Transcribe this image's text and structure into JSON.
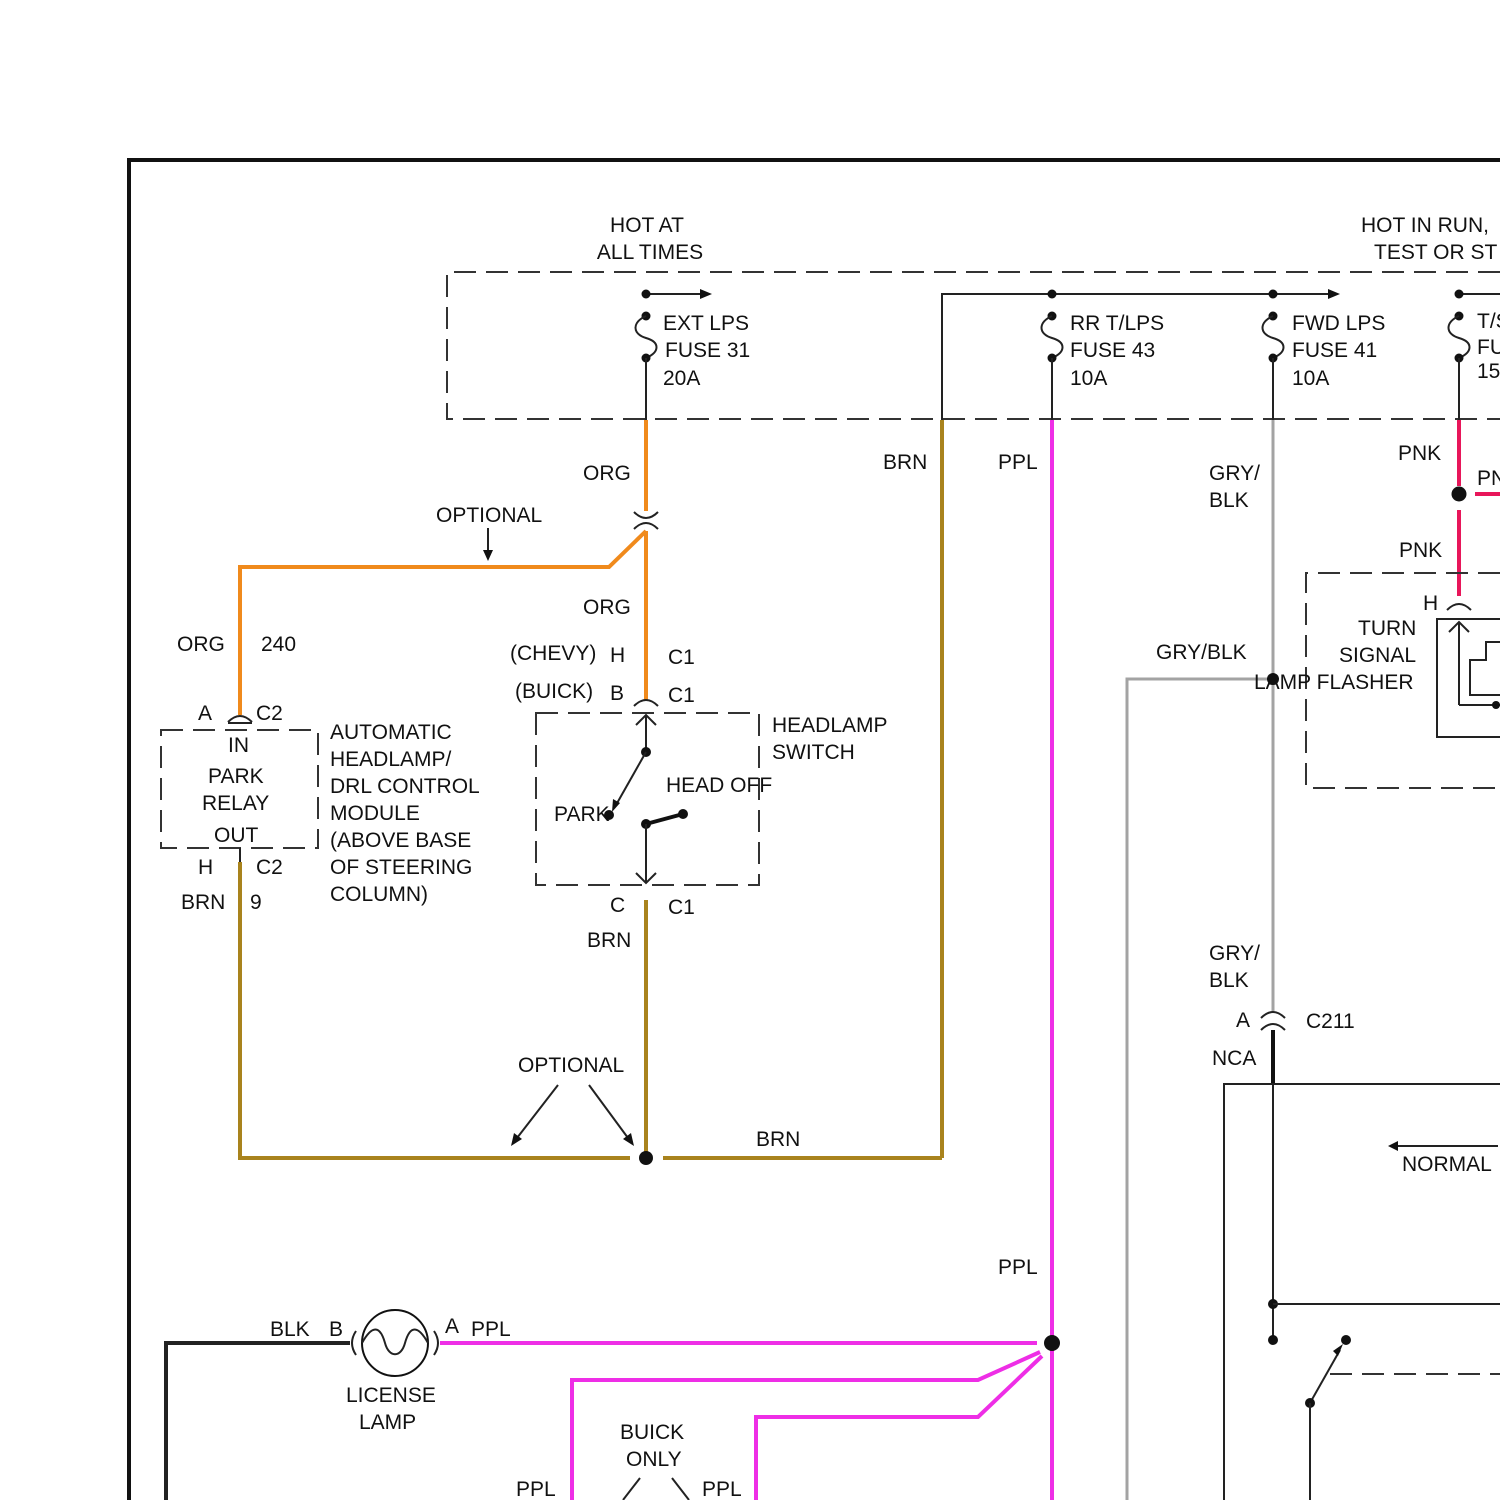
{
  "colors": {
    "org": "#f08a1c",
    "brn": "#a9831d",
    "ppl": "#ee2ee6",
    "pnk": "#e8165a",
    "gry": "#a3a3a3",
    "blk": "#222222"
  },
  "power": {
    "hot_at_all_times": [
      "HOT AT",
      "ALL TIMES"
    ],
    "hot_in_run": [
      "HOT IN RUN,",
      "TEST OR ST"
    ],
    "fuse_31": [
      "EXT LPS",
      "FUSE 31",
      "20A"
    ],
    "fuse_43": [
      "RR T/LPS",
      "FUSE 43",
      "10A"
    ],
    "fuse_41": [
      "FWD LPS",
      "FUSE 41",
      "10A"
    ],
    "fuse_ts": [
      "T/S",
      "FU",
      "15"
    ]
  },
  "wires": {
    "org_top": "ORG",
    "org_mid": "ORG",
    "org_left": "ORG",
    "circuit_240": "240",
    "brn_top": "BRN",
    "ppl_top": "PPL",
    "gry_blk_top": [
      "GRY/",
      "BLK"
    ],
    "gry_blk_mid": "GRY/BLK",
    "gry_blk_low": [
      "GRY/",
      "BLK"
    ],
    "pnk_1": "PNK",
    "pnk_2": "PN",
    "pnk_3": "PNK",
    "brn_left": "BRN",
    "circuit_9": "9",
    "brn_switch": "BRN",
    "brn_bottom": "BRN",
    "ppl_lower": "PPL",
    "ppl_lamp": "PPL",
    "blk_lamp": "BLK",
    "nca": "NCA",
    "ppl_bottom_left": "PPL",
    "ppl_bottom_right": "PPL"
  },
  "optional_labels": {
    "top": "OPTIONAL",
    "bottom": "OPTIONAL"
  },
  "relay": {
    "pin_a": "A",
    "conn_top": "C2",
    "in": "IN",
    "name": [
      "PARK",
      "RELAY"
    ],
    "out": "OUT",
    "pin_h": "H",
    "conn_bottom": "C2",
    "module_name": [
      "AUTOMATIC",
      "HEADLAMP/",
      "DRL CONTROL",
      "MODULE",
      "(ABOVE BASE",
      "OF STEERING",
      "COLUMN)"
    ]
  },
  "headlamp_switch": {
    "chevy": "(CHEVY)",
    "chevy_pin": "H",
    "chevy_conn": "C1",
    "buick": "(BUICK)",
    "buick_pin": "B",
    "buick_conn": "C1",
    "name": [
      "HEADLAMP",
      "SWITCH"
    ],
    "park": "PARK",
    "head_off": "HEAD OFF",
    "out_pin": "C",
    "out_conn": "C1"
  },
  "flasher": {
    "pin": "H",
    "name": [
      "TURN",
      "SIGNAL",
      "LAMP FLASHER"
    ]
  },
  "c211": {
    "pin": "A",
    "name": "C211"
  },
  "normal": "NORMAL",
  "license_lamp": {
    "pin_b": "B",
    "pin_a": "A",
    "name": [
      "LICENSE",
      "LAMP"
    ]
  },
  "buick_only": [
    "BUICK",
    "ONLY"
  ]
}
